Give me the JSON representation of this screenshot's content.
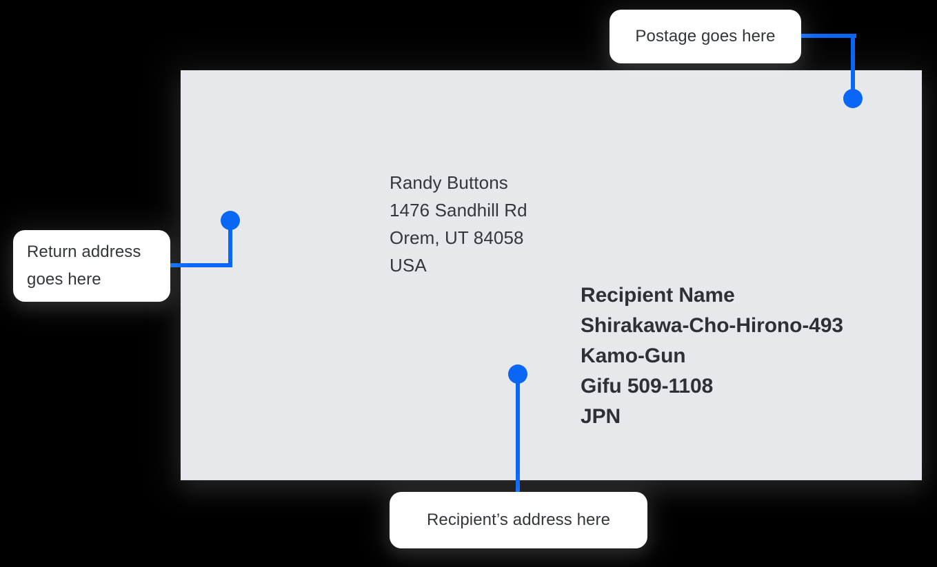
{
  "colors": {
    "accent": "#0a66f5",
    "envelope_bg": "#e6e8ec",
    "page_bg": "#000000",
    "text": "#33373d",
    "stamp_perforation": "#dcdee2",
    "stamp_paper": "#ffffff"
  },
  "envelope": {
    "return_address": {
      "label": "Return address",
      "lines": [
        "Randy Buttons",
        "1476 Sandhill Rd",
        "Orem, UT 84058",
        "USA"
      ]
    },
    "recipient_address": {
      "label": "Recipient address",
      "lines": [
        "Recipient Name",
        "Shirakawa-Cho-Hirono-493",
        "Kamo-Gun",
        "Gifu 509-1108",
        "JPN"
      ]
    },
    "stamp": {
      "icon": "postage-stamp-icon",
      "logo_icon": "map-pin-a-logo-icon"
    }
  },
  "callouts": {
    "postage": {
      "text": "Postage goes here"
    },
    "return_address": {
      "line1": "Return address",
      "line2": "goes here"
    },
    "recipient": {
      "text": "Recipient’s address here"
    }
  }
}
